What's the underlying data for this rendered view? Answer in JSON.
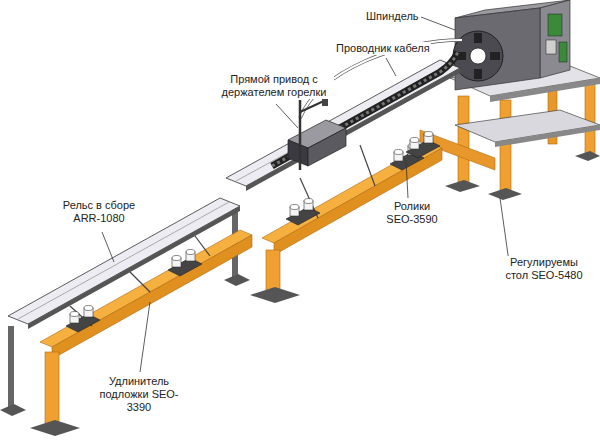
{
  "diagram": {
    "labels": [
      "Шпиндель",
      "Проводник кабеля",
      "Прямой привод с держателем горелки",
      "Рельс в сборе ARR-1080",
      "Ролики SEO-3590",
      "Регулируемы стол SEO-5480",
      "Удлинитель подложки SEO-3390"
    ]
  }
}
